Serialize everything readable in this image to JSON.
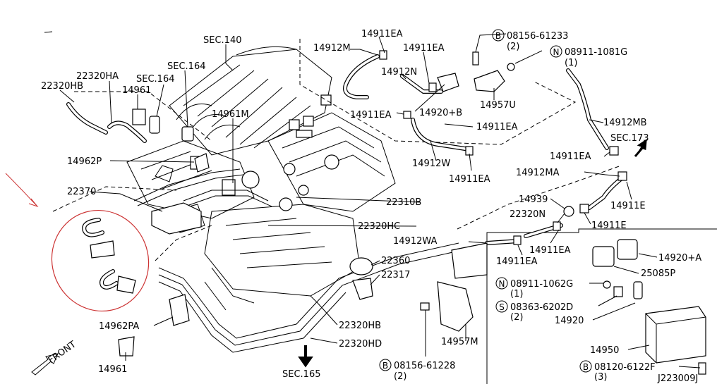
{
  "labels": {
    "sec140": "SEC.140",
    "sec164a": "SEC.164",
    "sec164b": "SEC.164",
    "sec173": "SEC.173",
    "sec165": "SEC.165",
    "p22320HA": "22320HA",
    "p22320HB_top": "22320HB",
    "p14961_top": "14961",
    "p14961M": "14961M",
    "p14962P": "14962P",
    "p22370": "22370",
    "p14962PA": "14962PA",
    "p14961_bot": "14961",
    "p14912M": "14912M",
    "p14911EA_1": "14911EA",
    "p14911EA_2": "14911EA",
    "p14912N": "14912N",
    "p14911EA_3": "14911EA",
    "p14920B": "14920+B",
    "p14911EA_4": "14911EA",
    "p14912W": "14912W",
    "p14911EA_5": "14911EA",
    "p14957U": "14957U",
    "b08156_61233": "08156-61233",
    "b08156_61233_qty": "(2)",
    "n08911_1081G": "08911-1081G",
    "n08911_1081G_qty": "(1)",
    "p14912MB": "14912MB",
    "p14911EA_6": "14911EA",
    "p14912MA": "14912MA",
    "p14911E_1": "14911E",
    "p14939": "14939",
    "p22320N": "22320N",
    "p14911E_2": "14911E",
    "p14912WA": "14912WA",
    "p14911EA_7": "14911EA",
    "p14911EA_8": "14911EA",
    "p22310B": "22310B",
    "p22320HC": "22320HC",
    "p22360": "22360",
    "p22317": "22317",
    "p22320HB_bot": "22320HB",
    "p22320HD": "22320HD",
    "b08156_61228": "08156-61228",
    "b08156_61228_qty": "(2)",
    "p14957M": "14957M",
    "p14920A": "14920+A",
    "p25085P": "25085P",
    "n08911_1062G": "08911-1062G",
    "n08911_1062G_qty": "(1)",
    "s08363_6202D": "08363-6202D",
    "s08363_6202D_qty": "(2)",
    "p14920": "14920",
    "p14950": "14950",
    "b08120_6122F": "08120-6122F",
    "b08120_6122F_qty": "(3)",
    "front": "FRONT",
    "diagram_code": "J223009J"
  },
  "markers": {
    "B": "B",
    "N": "N",
    "S": "S"
  },
  "colors": {
    "annotation": "#cc3333",
    "ink": "#000000"
  }
}
